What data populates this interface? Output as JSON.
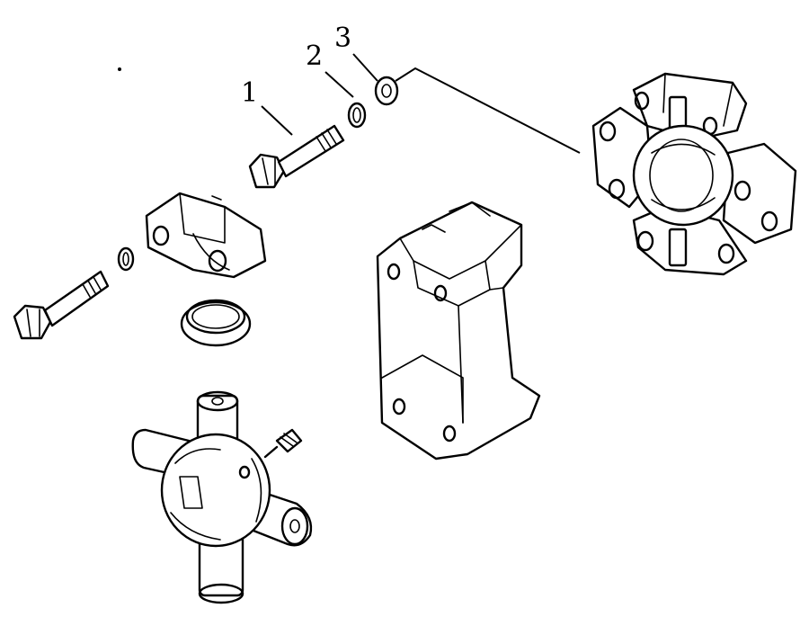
{
  "callouts": [
    {
      "label": "1",
      "part": "bolt"
    },
    {
      "label": "2",
      "part": "snap-ring"
    },
    {
      "label": "3",
      "part": "washer"
    }
  ]
}
